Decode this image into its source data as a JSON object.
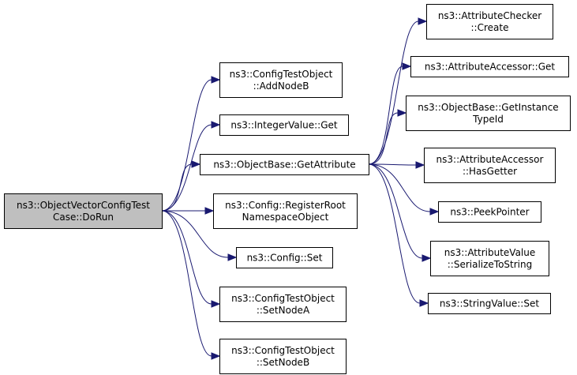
{
  "nodes": {
    "root": [
      "ns3::ObjectVectorConfigTest",
      "Case::DoRun"
    ],
    "add_node_b": [
      "ns3::ConfigTestObject",
      "::AddNodeB"
    ],
    "integer_value_get": [
      "ns3::IntegerValue::Get"
    ],
    "get_attribute": [
      "ns3::ObjectBase::GetAttribute"
    ],
    "register_root": [
      "ns3::Config::RegisterRoot",
      "NamespaceObject"
    ],
    "config_set": [
      "ns3::Config::Set"
    ],
    "set_node_a": [
      "ns3::ConfigTestObject",
      "::SetNodeA"
    ],
    "set_node_b": [
      "ns3::ConfigTestObject",
      "::SetNodeB"
    ],
    "checker_create": [
      "ns3::AttributeChecker",
      "::Create"
    ],
    "accessor_get": [
      "ns3::AttributeAccessor::Get"
    ],
    "get_instance_typeid": [
      "ns3::ObjectBase::GetInstance",
      "TypeId"
    ],
    "has_getter": [
      "ns3::AttributeAccessor",
      "::HasGetter"
    ],
    "peek_pointer": [
      "ns3::PeekPointer"
    ],
    "serialize_to_string": [
      "ns3::AttributeValue",
      "::SerializeToString"
    ],
    "string_value_set": [
      "ns3::StringValue::Set"
    ]
  },
  "edges": [
    [
      "root",
      "add_node_b"
    ],
    [
      "root",
      "integer_value_get"
    ],
    [
      "root",
      "get_attribute"
    ],
    [
      "root",
      "register_root"
    ],
    [
      "root",
      "config_set"
    ],
    [
      "root",
      "set_node_a"
    ],
    [
      "root",
      "set_node_b"
    ],
    [
      "get_attribute",
      "checker_create"
    ],
    [
      "get_attribute",
      "accessor_get"
    ],
    [
      "get_attribute",
      "get_instance_typeid"
    ],
    [
      "get_attribute",
      "has_getter"
    ],
    [
      "get_attribute",
      "peek_pointer"
    ],
    [
      "get_attribute",
      "serialize_to_string"
    ],
    [
      "get_attribute",
      "string_value_set"
    ]
  ],
  "colors": {
    "edge": "#191970",
    "root_fill": "#bfbfbf",
    "node_fill": "#ffffff",
    "node_border": "#000000"
  }
}
